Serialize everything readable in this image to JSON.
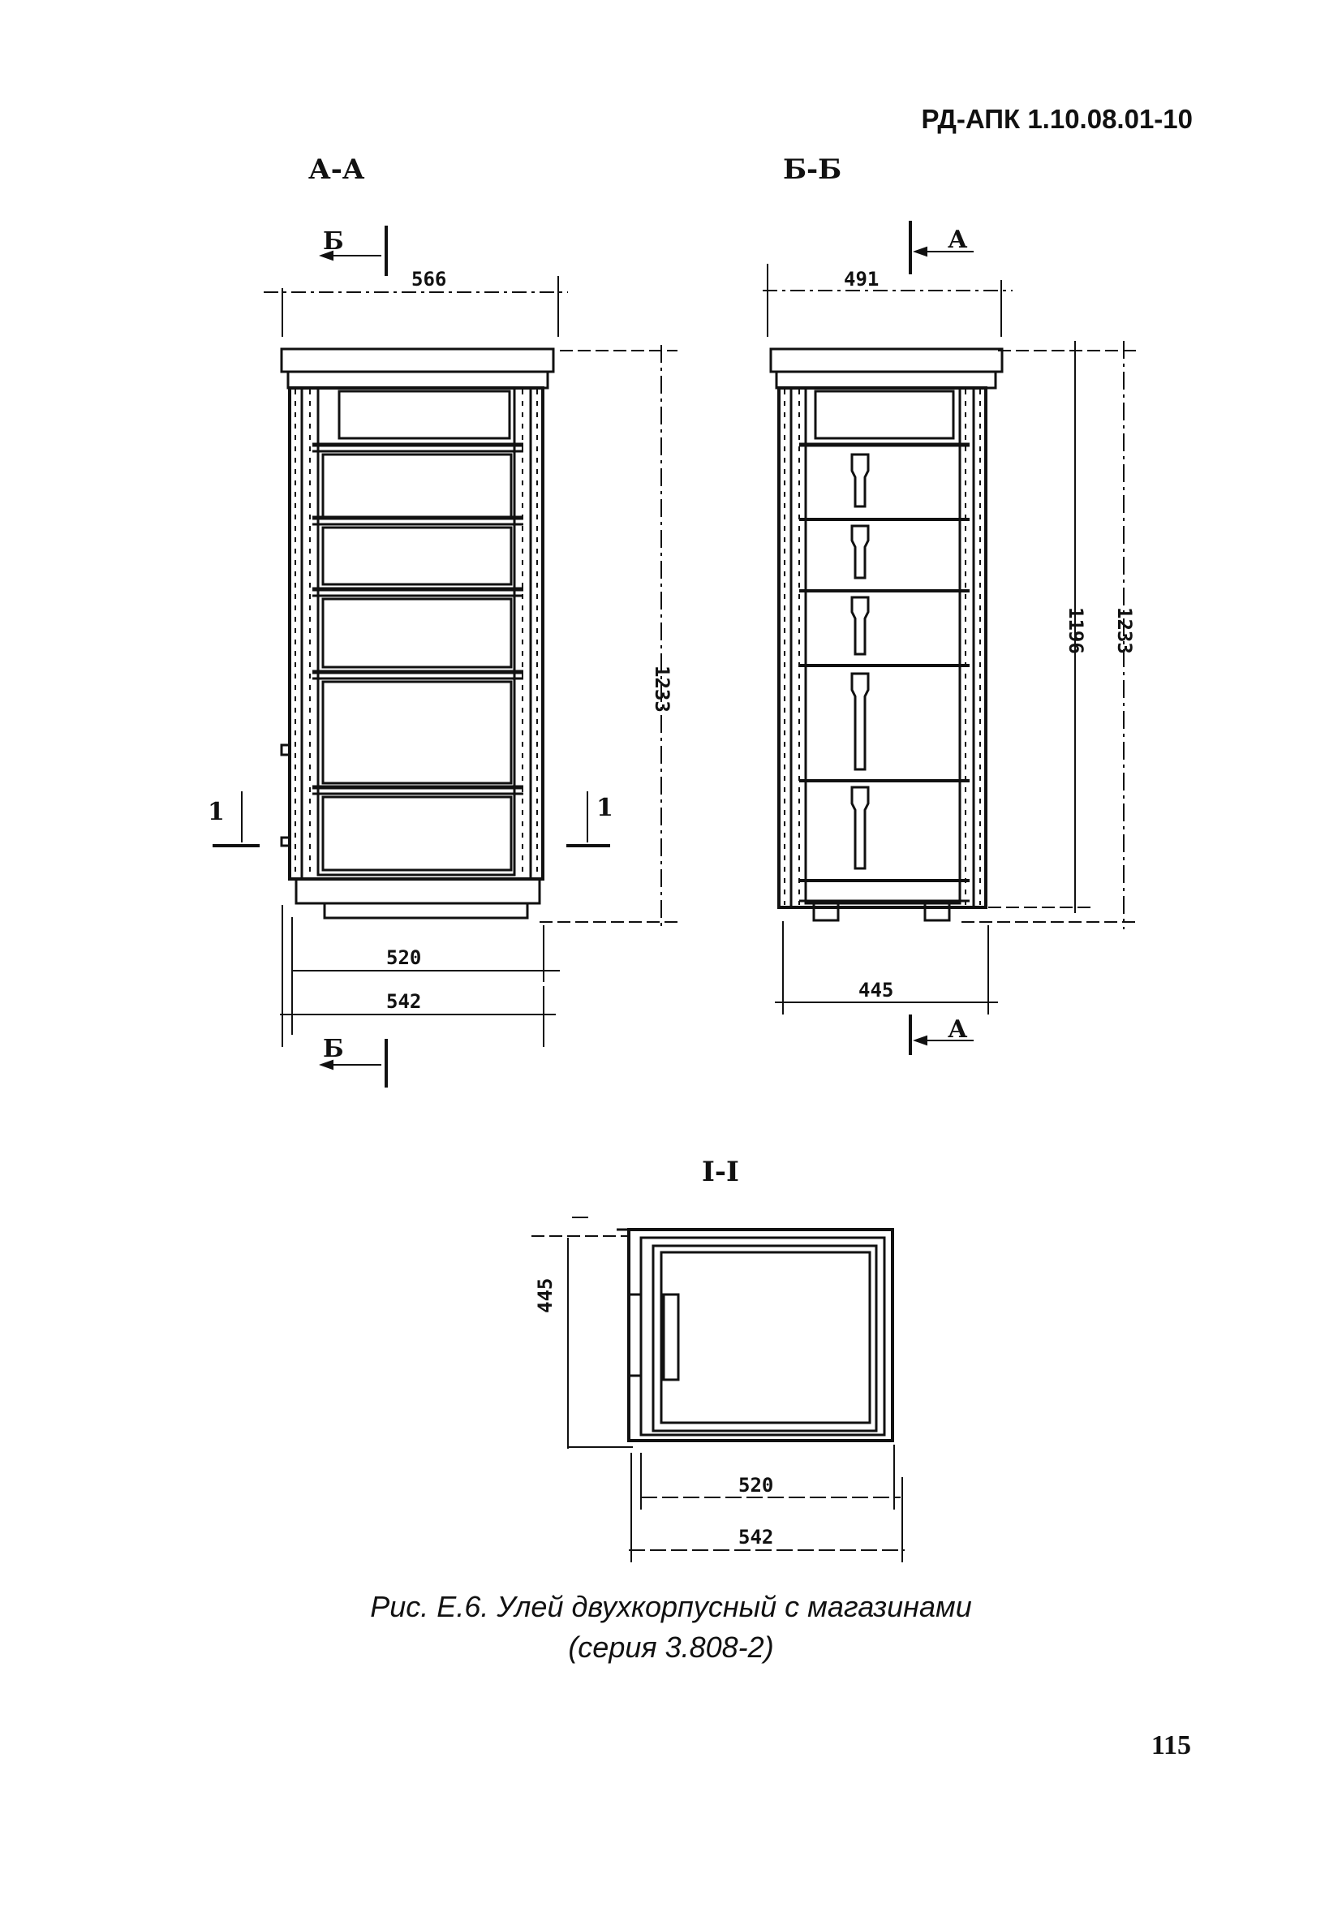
{
  "header": {
    "doc_code": "РД-АПК 1.10.08.01-10"
  },
  "sections": {
    "aa": {
      "title": "А-А",
      "cut_top": "Б",
      "cut_bottom": "Б",
      "cut_left": "1",
      "cut_right": "1",
      "dim_top": "566",
      "dim_height": "1233",
      "dim_inner": "520",
      "dim_outer": "542"
    },
    "bb": {
      "title": "Б-Б",
      "cut_top": "А",
      "cut_bottom": "А",
      "dim_top": "491",
      "dim_height_inner": "1196",
      "dim_height_outer": "1233",
      "dim_bottom": "445"
    },
    "ii": {
      "title": "I-I",
      "dim_side": "445",
      "dim_inner": "520",
      "dim_outer": "542"
    }
  },
  "caption": {
    "line1": "Рис. Е.6. Улей двухкорпусный с магазинами",
    "line2": "(серия  3.808-2)"
  },
  "footer": {
    "page_number": "115"
  }
}
